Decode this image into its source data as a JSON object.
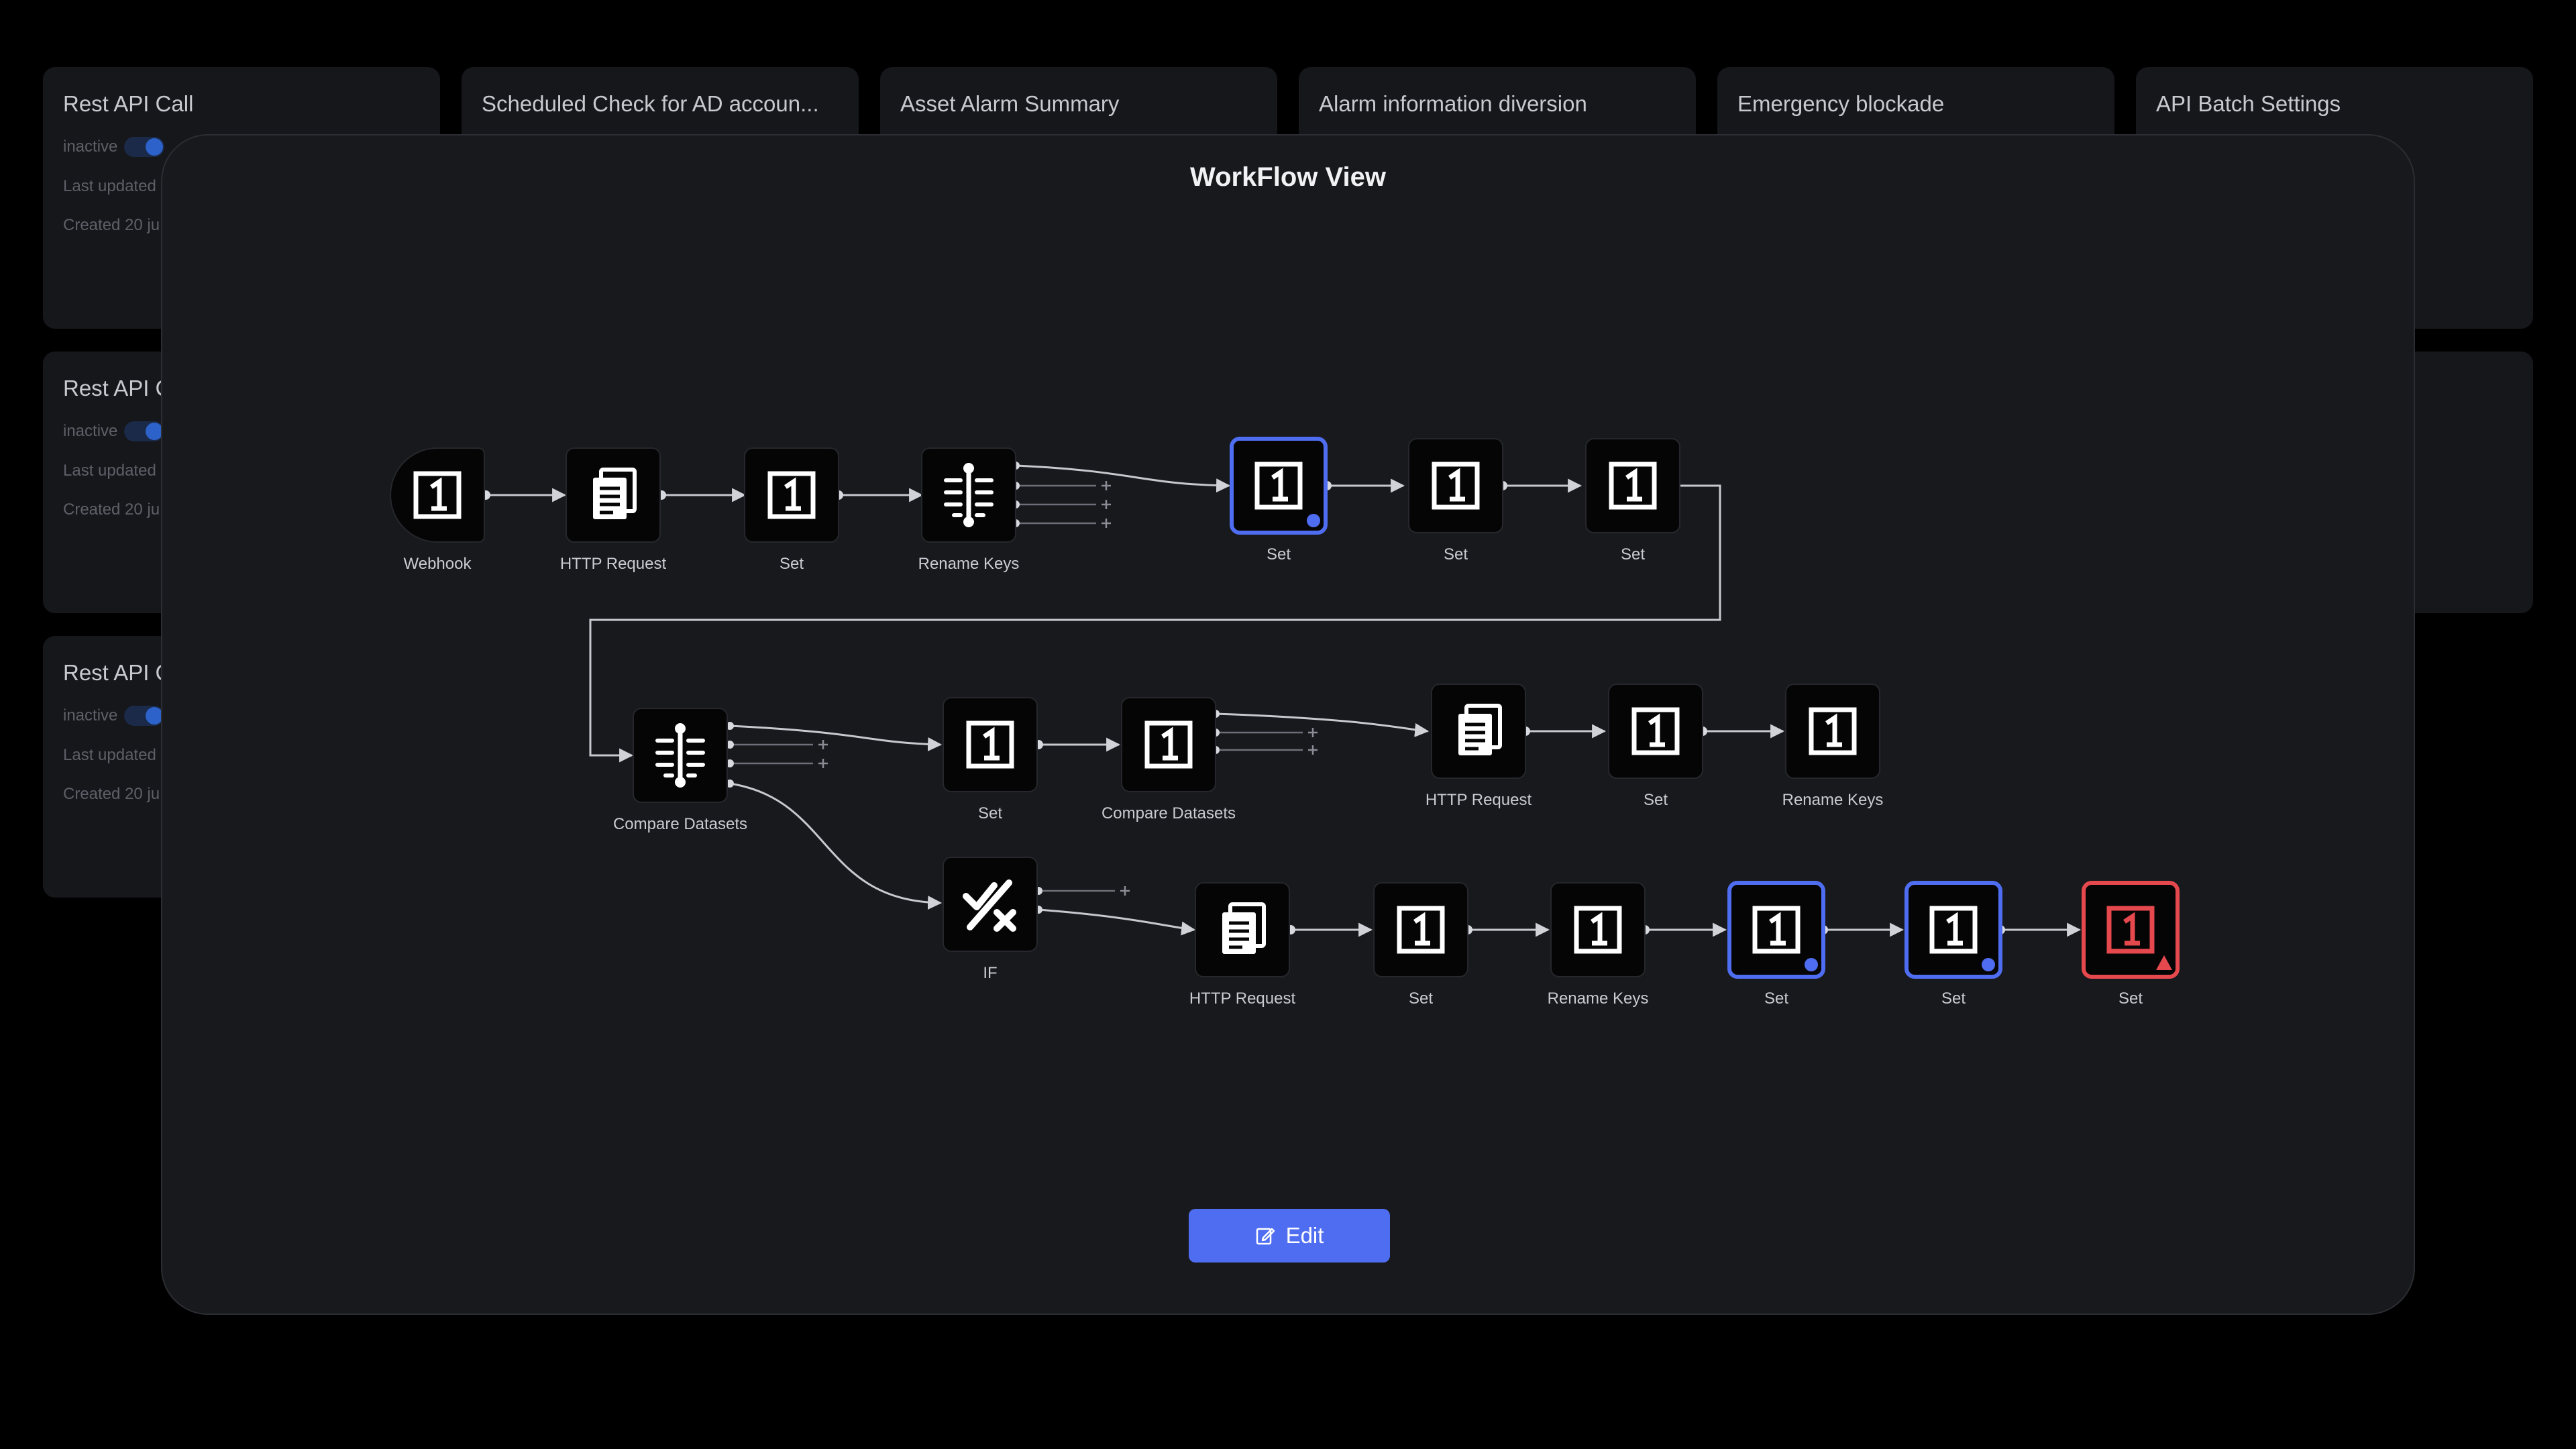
{
  "modal": {
    "title": "WorkFlow View",
    "edit_label": "Edit"
  },
  "background_cards": [
    {
      "title": "Rest API Call",
      "status": "inactive",
      "updated": "Last updated",
      "created": "Created 20 ju"
    },
    {
      "title": "Scheduled Check for AD accoun..."
    },
    {
      "title": "Asset Alarm Summary"
    },
    {
      "title": "Alarm information diversion"
    },
    {
      "title": "Emergency blockade"
    },
    {
      "title": "API Batch Settings"
    },
    {
      "title": "Rest API C",
      "status": "inactive",
      "updated": "Last updated",
      "created": "Created 20 ju"
    },
    {
      "title": "Rest API C",
      "status": "inactive",
      "updated": "Last updated",
      "created": "Created 20 ju"
    }
  ],
  "workflow": {
    "nodes": [
      {
        "id": "n1",
        "label": "Webhook",
        "icon": "one-icon",
        "shape": "webhook",
        "state": "normal"
      },
      {
        "id": "n2",
        "label": "HTTP Request",
        "icon": "document-icon",
        "state": "normal"
      },
      {
        "id": "n3",
        "label": "Set",
        "icon": "one-icon",
        "state": "normal"
      },
      {
        "id": "n4",
        "label": "Rename Keys",
        "icon": "split-icon",
        "state": "normal"
      },
      {
        "id": "n5",
        "label": "Set",
        "icon": "one-icon",
        "state": "selected"
      },
      {
        "id": "n6",
        "label": "Set",
        "icon": "one-icon",
        "state": "normal"
      },
      {
        "id": "n7",
        "label": "Set",
        "icon": "one-icon",
        "state": "normal"
      },
      {
        "id": "n8",
        "label": "Compare Datasets",
        "icon": "split-icon",
        "state": "normal"
      },
      {
        "id": "n9",
        "label": "Set",
        "icon": "one-icon",
        "state": "normal"
      },
      {
        "id": "n10",
        "label": "Compare Datasets",
        "icon": "one-icon",
        "state": "normal"
      },
      {
        "id": "n11",
        "label": "HTTP Request",
        "icon": "document-icon",
        "state": "normal"
      },
      {
        "id": "n12",
        "label": "Set",
        "icon": "one-icon",
        "state": "normal"
      },
      {
        "id": "n13",
        "label": "Rename Keys",
        "icon": "one-icon",
        "state": "normal"
      },
      {
        "id": "n14",
        "label": "IF",
        "icon": "if-icon",
        "state": "normal"
      },
      {
        "id": "n15",
        "label": "HTTP Request",
        "icon": "document-icon",
        "state": "normal"
      },
      {
        "id": "n16",
        "label": "Set",
        "icon": "one-icon",
        "state": "normal"
      },
      {
        "id": "n17",
        "label": "Rename Keys",
        "icon": "one-icon",
        "state": "normal"
      },
      {
        "id": "n18",
        "label": "Set",
        "icon": "one-icon",
        "state": "selected"
      },
      {
        "id": "n19",
        "label": "Set",
        "icon": "one-icon",
        "state": "selected"
      },
      {
        "id": "n20",
        "label": "Set",
        "icon": "one-icon",
        "state": "error"
      }
    ],
    "connections": [
      [
        "n1",
        "n2"
      ],
      [
        "n2",
        "n3"
      ],
      [
        "n3",
        "n4"
      ],
      [
        "n4",
        "n5"
      ],
      [
        "n5",
        "n6"
      ],
      [
        "n6",
        "n7"
      ],
      [
        "n7",
        "n8"
      ],
      [
        "n8",
        "n9"
      ],
      [
        "n9",
        "n10"
      ],
      [
        "n10",
        "n11"
      ],
      [
        "n11",
        "n12"
      ],
      [
        "n12",
        "n13"
      ],
      [
        "n8",
        "n14"
      ],
      [
        "n14",
        "n15"
      ],
      [
        "n15",
        "n16"
      ],
      [
        "n16",
        "n17"
      ],
      [
        "n17",
        "n18"
      ],
      [
        "n18",
        "n19"
      ],
      [
        "n19",
        "n20"
      ]
    ]
  },
  "colors": {
    "accent": "#4f6df0",
    "selected": "#4f6df0",
    "error": "#e5484d",
    "node_bg": "#050505"
  }
}
